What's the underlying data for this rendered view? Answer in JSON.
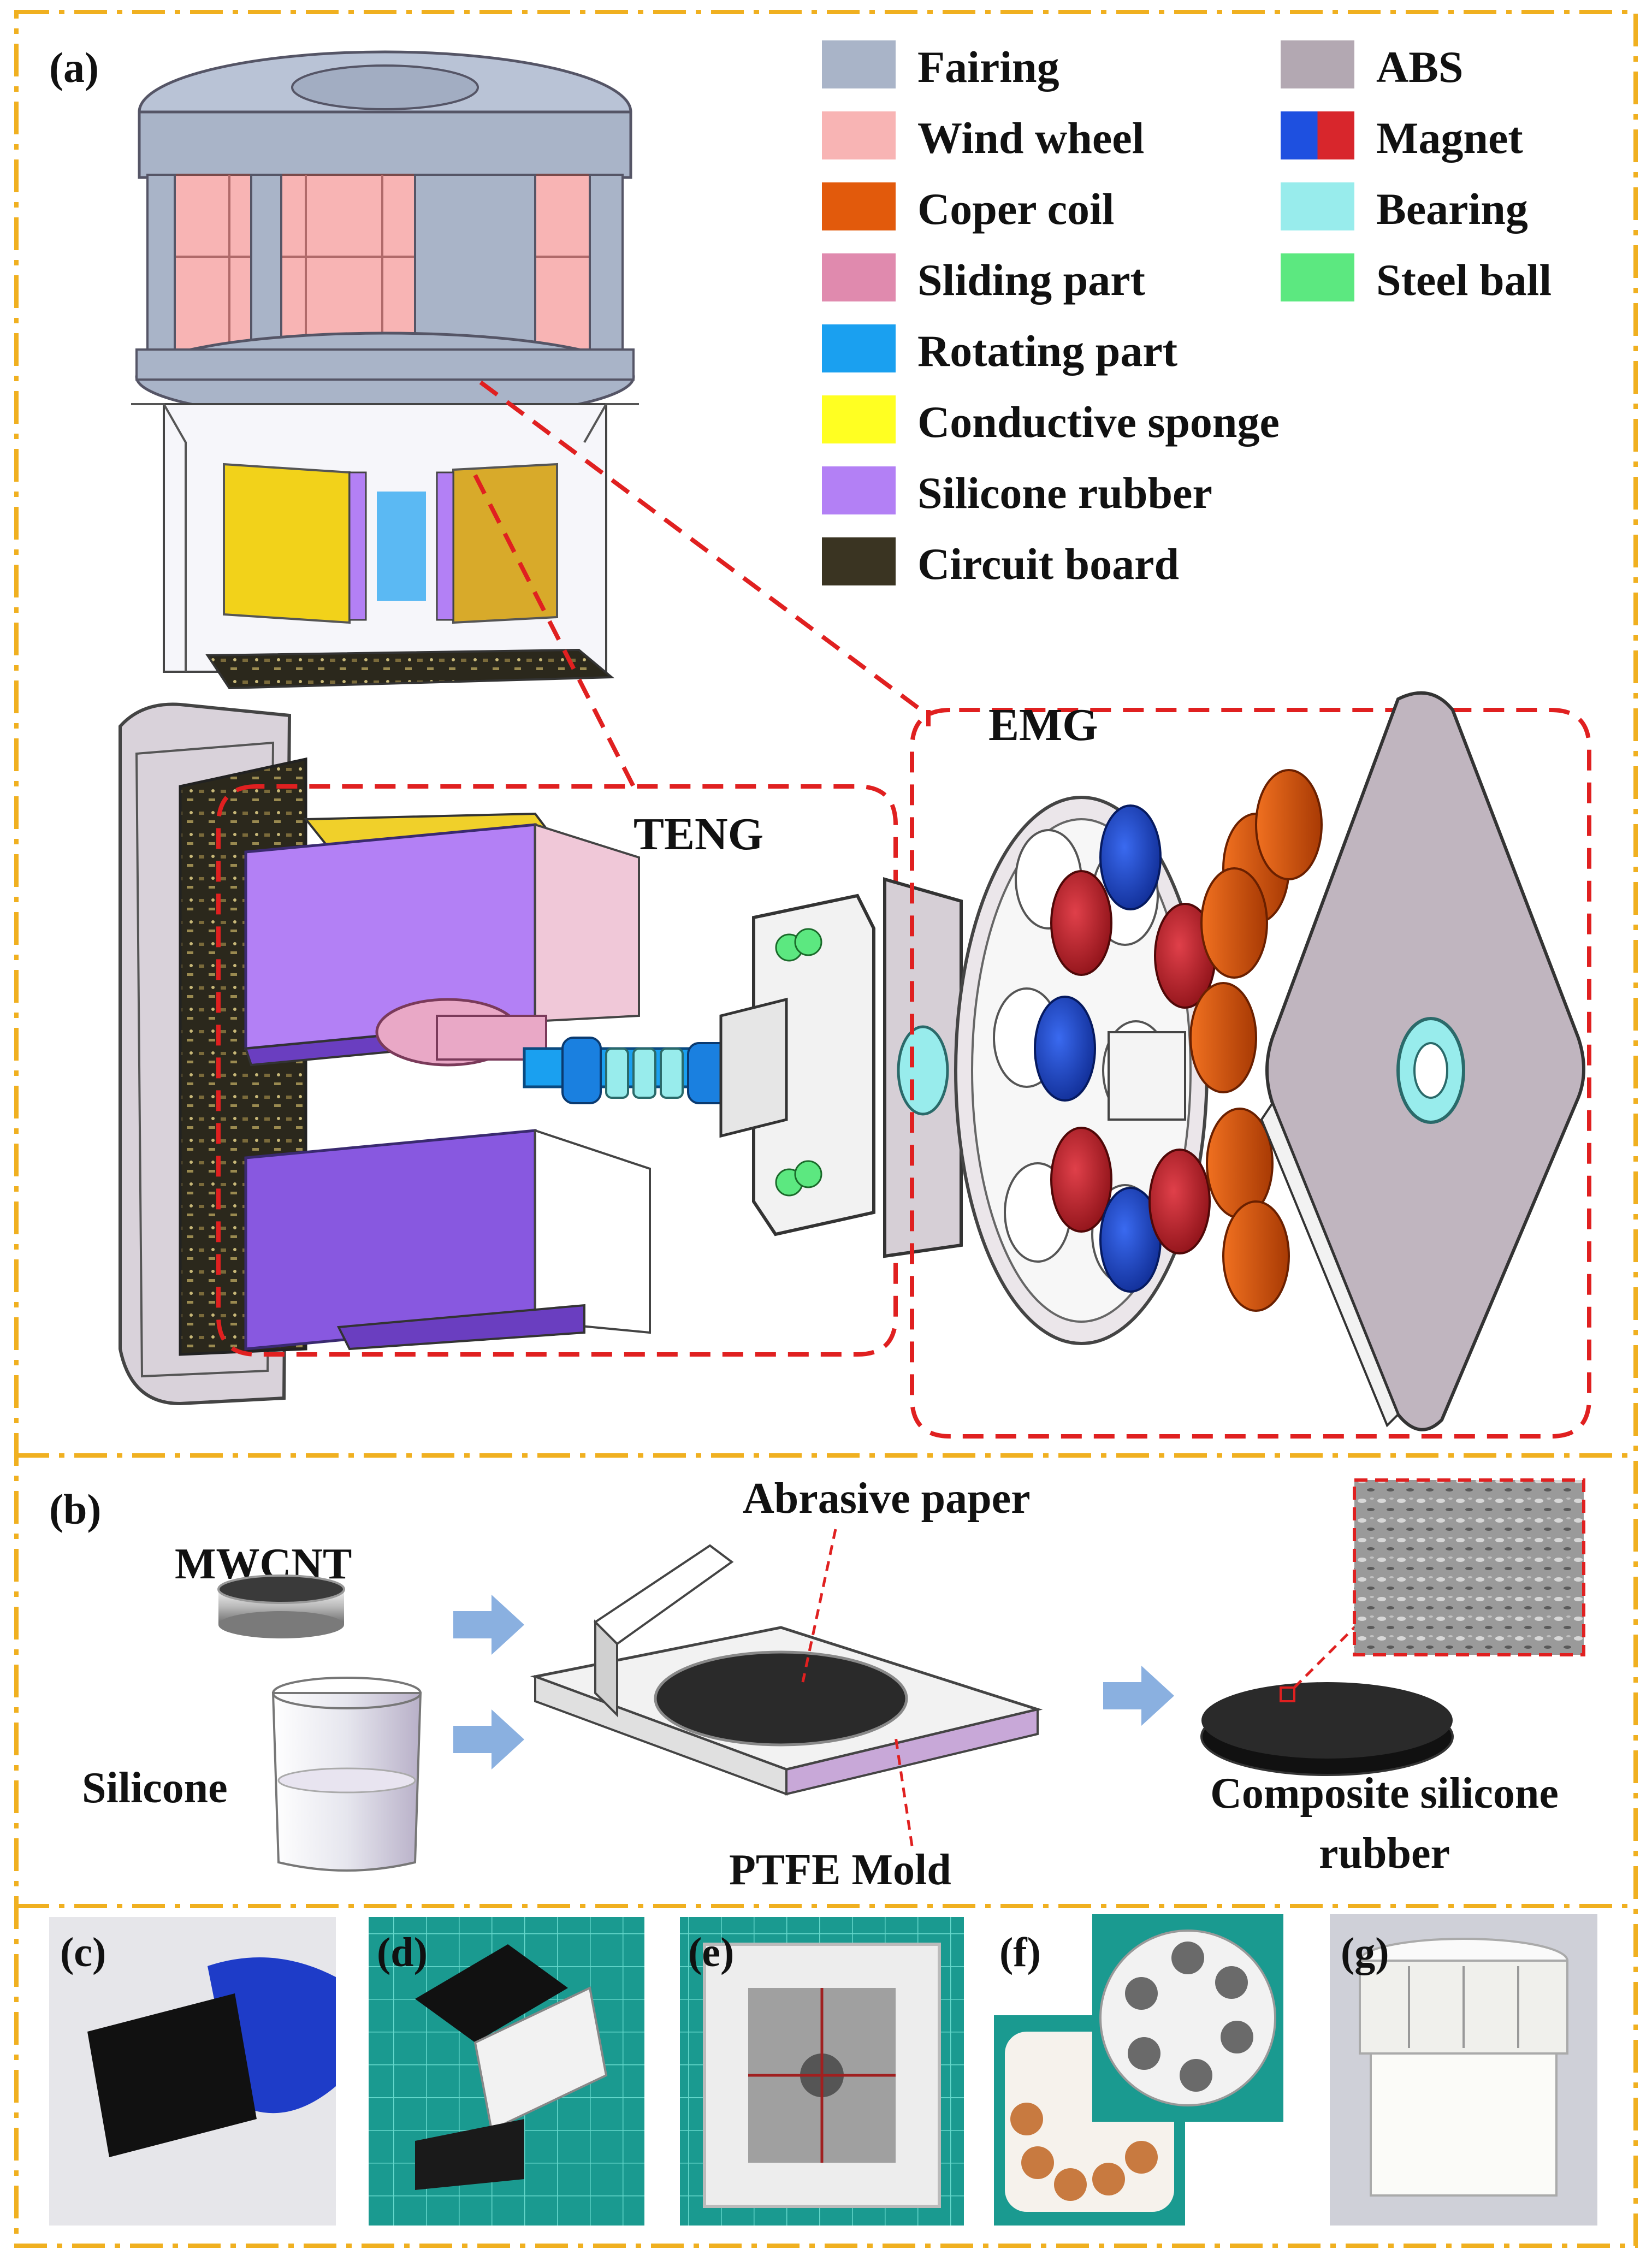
{
  "panels": {
    "a": "(a)",
    "b": "(b)",
    "c": "(c)",
    "d": "(d)",
    "e": "(e)",
    "f": "(f)",
    "g": "(g)"
  },
  "legend": {
    "left": [
      {
        "label": "Fairing",
        "color": "#a9b4c8"
      },
      {
        "label": "Wind wheel",
        "color": "#f8b4b4"
      },
      {
        "label": "Coper coil",
        "color": "#e25a0c"
      },
      {
        "label": "Sliding part",
        "color": "#e08aae"
      },
      {
        "label": "Rotating part",
        "color": "#1aa0f0"
      },
      {
        "label": "Conductive sponge",
        "color": "#ffff22"
      },
      {
        "label": "Silicone rubber",
        "color": "#b380f5"
      },
      {
        "label": "Circuit board",
        "color": "#3a3422"
      }
    ],
    "right": [
      {
        "label": "ABS",
        "color": "#b3a8b2"
      },
      {
        "label": "Magnet",
        "color": "#1e50e0",
        "color2": "#d8262c"
      },
      {
        "label": "Bearing",
        "color": "#98ecec"
      },
      {
        "label": "Steel ball",
        "color": "#5ce880"
      }
    ]
  },
  "callouts": {
    "teng": "TENG",
    "emg": "EMG",
    "mwcnt": "MWCNT",
    "silicone": "Silicone",
    "abrasive": "Abrasive paper",
    "ptfe": "PTFE Mold",
    "composite_1": "Composite silicone",
    "composite_2": "rubber"
  },
  "colors": {
    "frame": "#f0b020",
    "dash_red": "#e02020",
    "arrow": "#8ab0e0"
  }
}
